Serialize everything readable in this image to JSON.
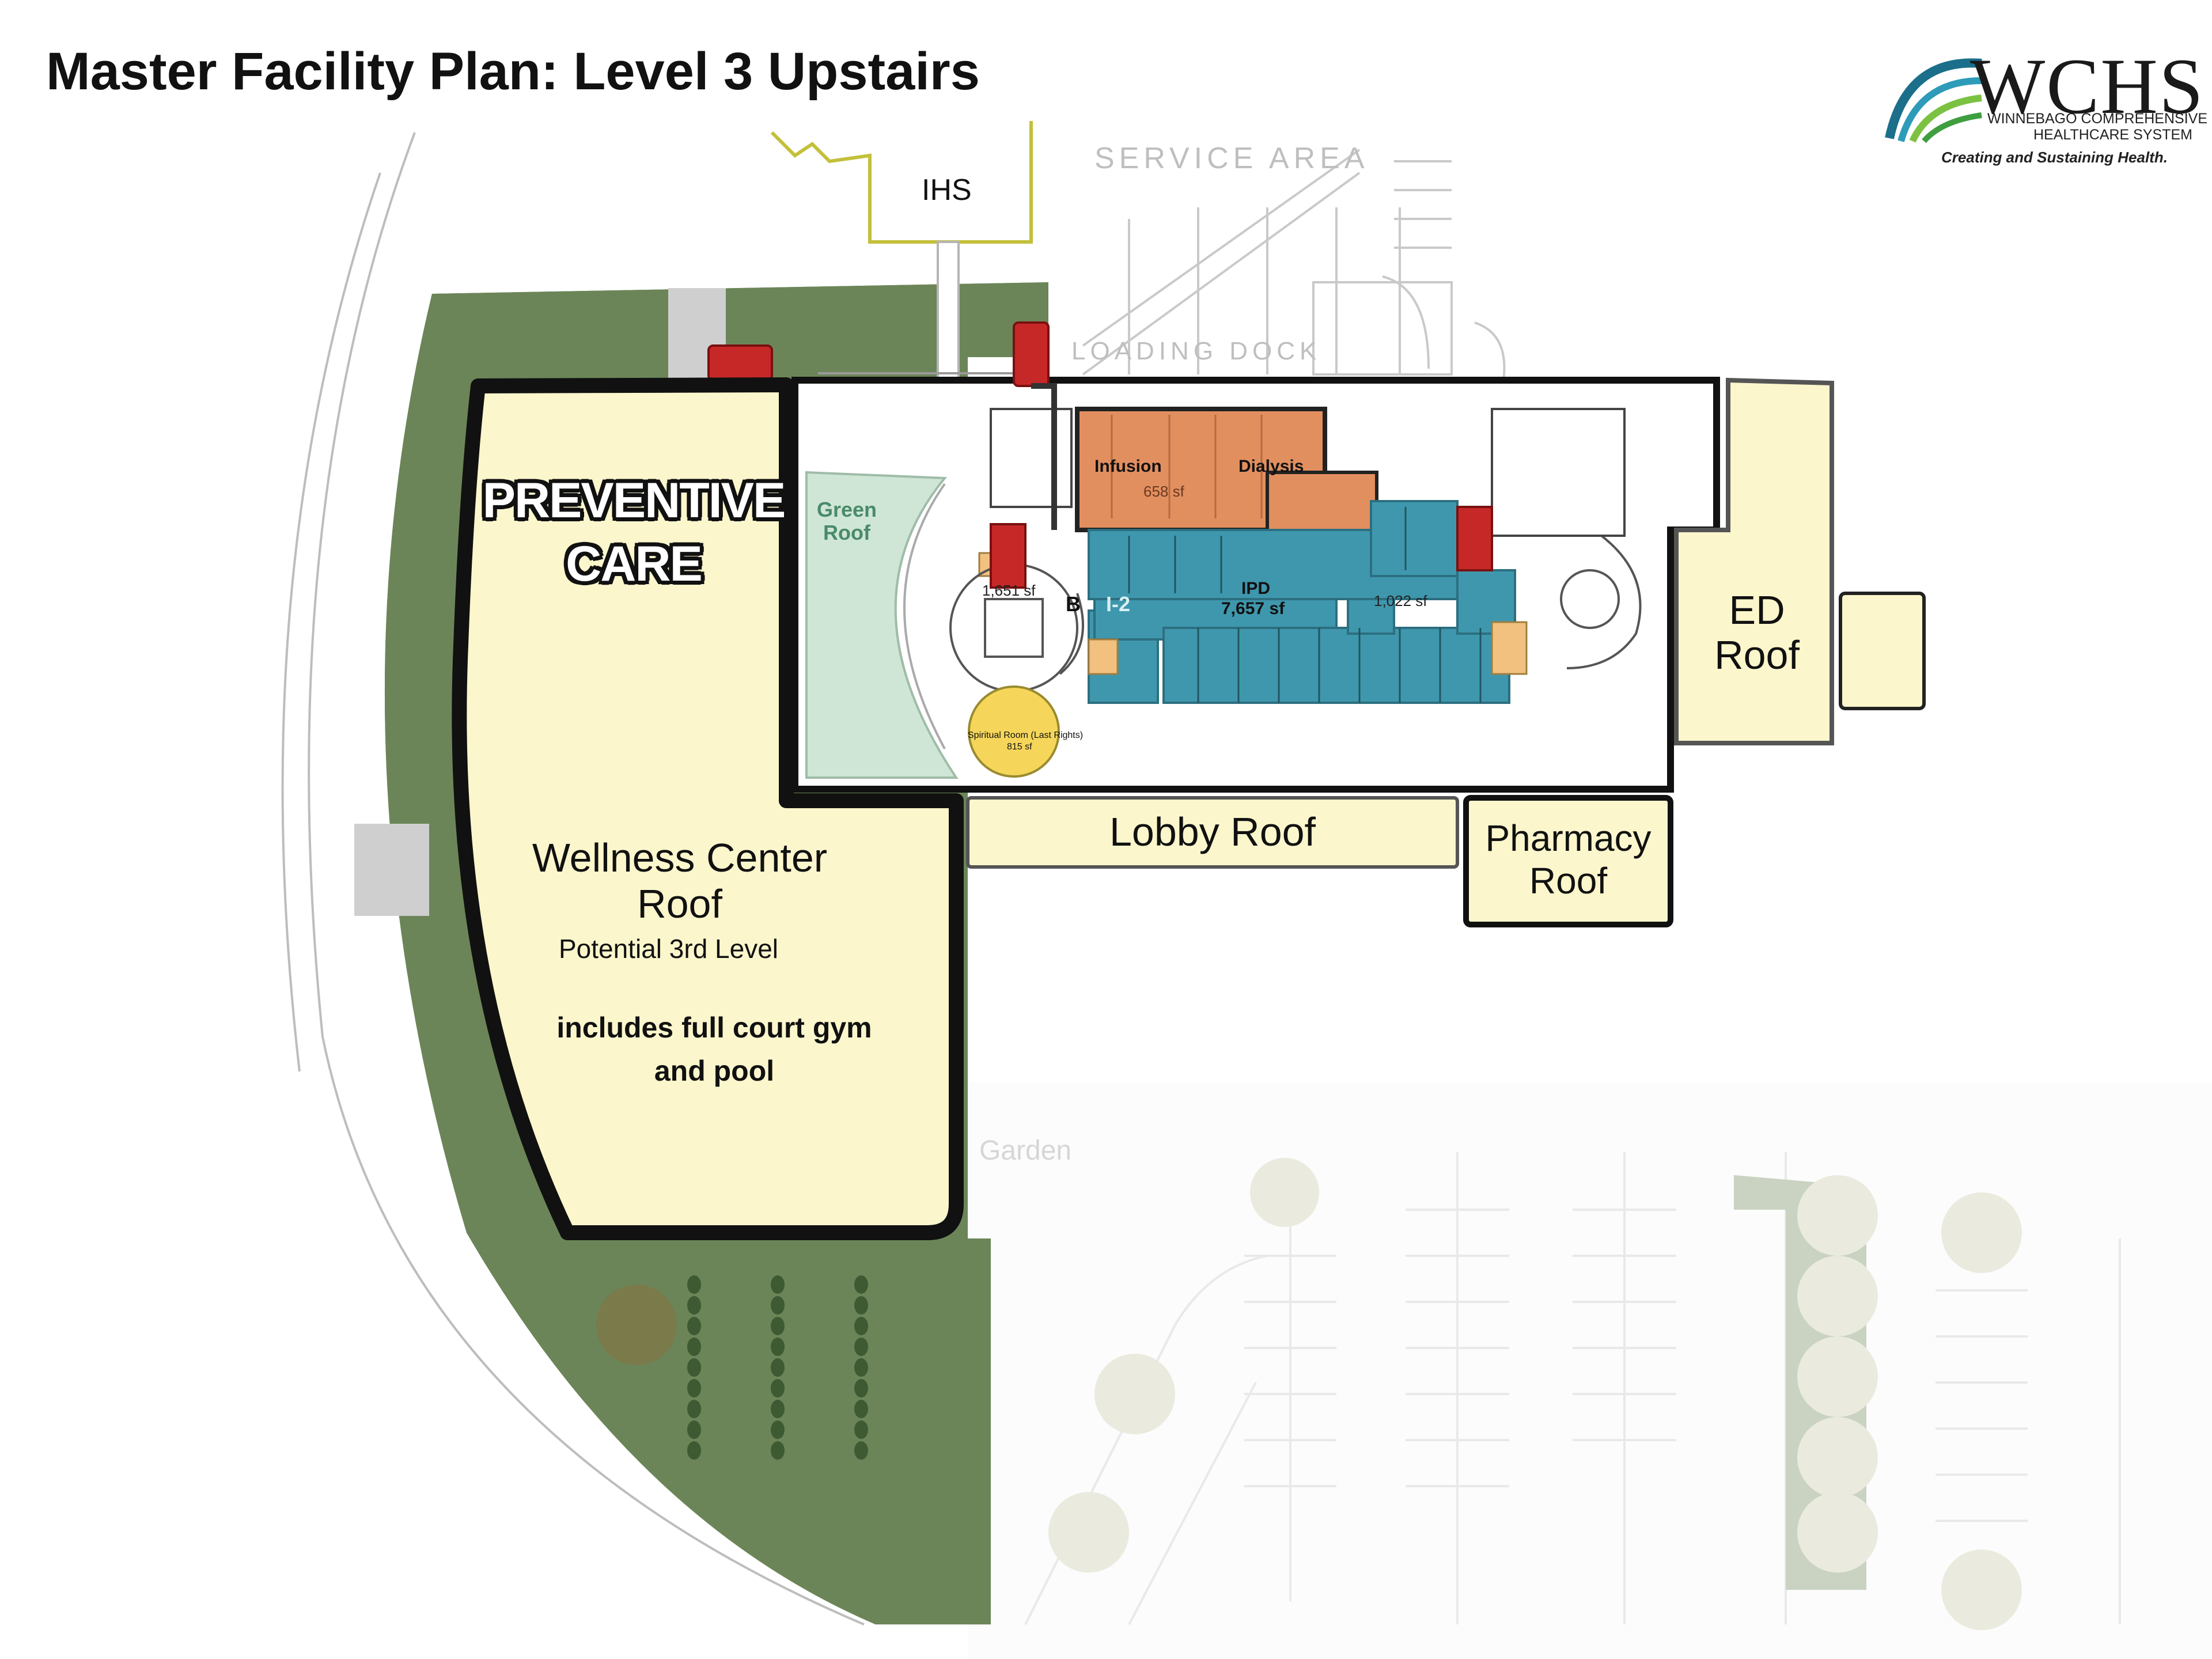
{
  "title": "Master Facility Plan: Level 3 Upstairs",
  "logo": {
    "wordmark": "WCHS",
    "subtitle_line1": "WINNEBAGO COMPREHENSIVE",
    "subtitle_line2": "HEALTHCARE SYSTEM",
    "tagline": "Creating and Sustaining Health."
  },
  "labels": {
    "ihs": "IHS",
    "service_area": "SERVICE AREA",
    "loading_dock": "LOADING DOCK",
    "preventive_care_1": "PREVENTIVE",
    "preventive_care_2": "CARE",
    "green_roof_1": "Green",
    "green_roof_2": "Roof",
    "infusion": "Infusion",
    "dialysis": "Dialysis",
    "infusion_area": "658 sf",
    "ipd": "IPD",
    "ipd_area": "7,657 sf",
    "area_left": "1,651 sf",
    "area_right": "1,022 sf",
    "marker_b": "B",
    "marker_i2": "I-2",
    "spiritual_room": "Spiritual Room (Last Rights)",
    "spiritual_area": "815 sf",
    "ed_roof_1": "ED",
    "ed_roof_2": "Roof",
    "lobby_roof": "Lobby Roof",
    "pharmacy_roof_1": "Pharmacy",
    "pharmacy_roof_2": "Roof",
    "wellness_1": "Wellness Center",
    "wellness_2": "Roof",
    "wellness_3": "Potential 3rd Level",
    "wellness_4": "includes full court gym",
    "wellness_5": "and pool",
    "garden": "Garden"
  },
  "colors": {
    "site_green": "#6b8558",
    "roof_cream": "#fcf6cc",
    "green_roof": "#cfe6d6",
    "infusion_orange": "#e28f5f",
    "ipd_blue": "#3f97ad",
    "stair_red": "#c62828",
    "outline": "#111111"
  }
}
